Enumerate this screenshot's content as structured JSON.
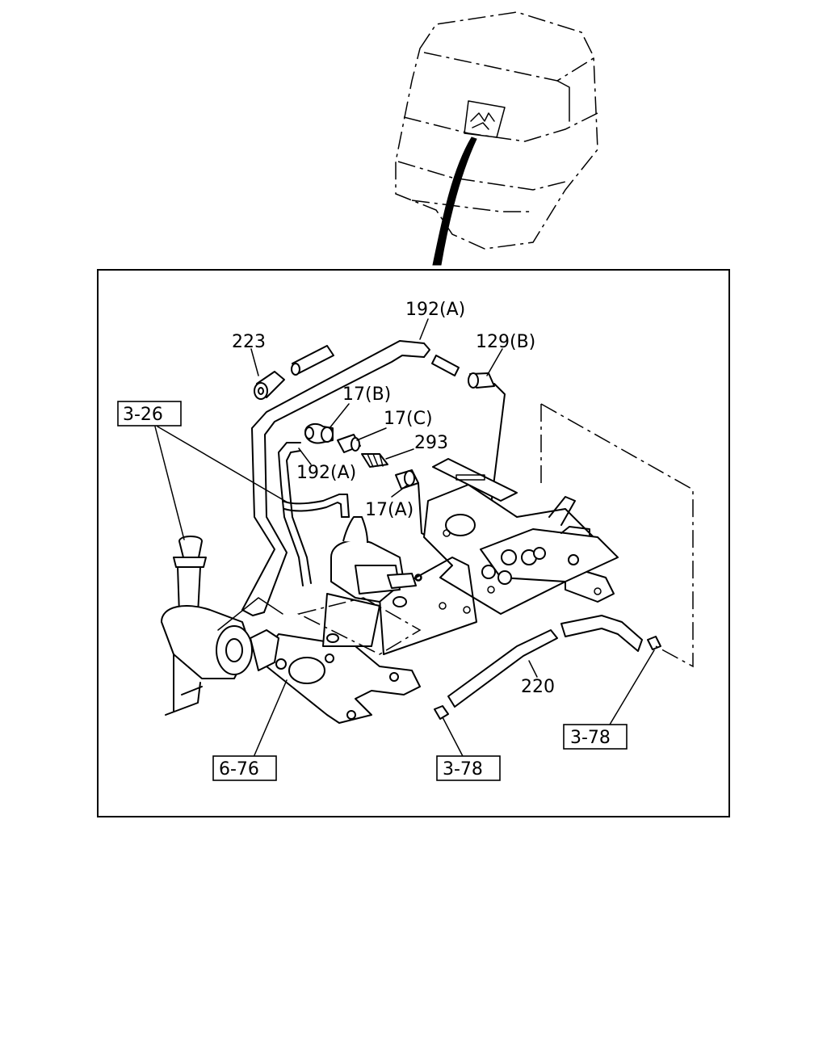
{
  "callouts": {
    "c192a_top": "192(A)",
    "c223": "223",
    "c129b": "129(B)",
    "c17b": "17(B)",
    "c17c": "17(C)",
    "c293": "293",
    "c192a_mid": "192(A)",
    "c17a": "17(A)",
    "c220": "220"
  },
  "references": {
    "r3_26": "3-26",
    "r3_78_right": "3-78",
    "r3_78_bottom": "3-78",
    "r6_76": "6-76"
  }
}
